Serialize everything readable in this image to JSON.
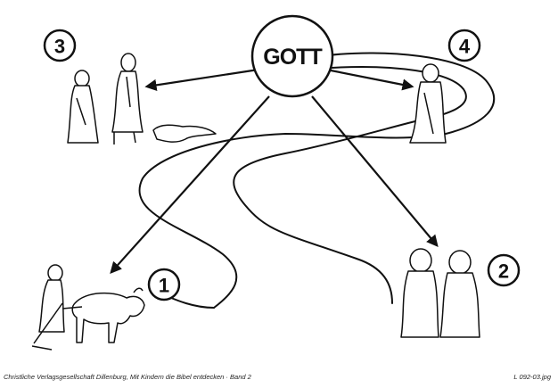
{
  "center": {
    "label": "GOTT"
  },
  "markers": [
    "1",
    "2",
    "3",
    "4"
  ],
  "footer": {
    "credit": "Christliche Verlagsgesellschaft Dillenburg, Mit Kindern die Bibel entdecken · Band 2",
    "file_id": "L 092-03.jpg"
  },
  "style": {
    "ink": "#111111",
    "paper": "#ffffff"
  }
}
